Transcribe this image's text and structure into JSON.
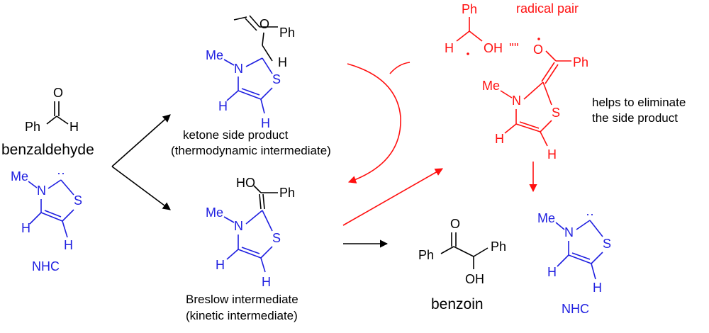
{
  "colors": {
    "reagent": "#000000",
    "nhc": "#1f1fe0",
    "radical": "#ff1010"
  },
  "benzaldehyde": {
    "o": "O",
    "ph": "Ph",
    "h": "H",
    "name": "benzaldehyde"
  },
  "nhc_left": {
    "me": "Me",
    "n": "N",
    "s": "S",
    "h1": "H",
    "h2": "H",
    "carbene_dots": "··",
    "name": "NHC"
  },
  "ketone": {
    "o": "O",
    "ph": "Ph",
    "me": "Me",
    "n": "N",
    "h_c2": "H",
    "s": "S",
    "h1": "H",
    "h2": "H",
    "caption_line1": "ketone side product",
    "caption_line2": "(thermodynamic intermediate)"
  },
  "breslow": {
    "ho": "HO",
    "ph": "Ph",
    "me": "Me",
    "n": "N",
    "s": "S",
    "h1": "H",
    "h2": "H",
    "caption_line1": "Breslow intermediate",
    "caption_line2": "(kinetic intermediate)"
  },
  "radical_pair": {
    "title": "radical pair",
    "ph_top": "Ph",
    "h": "H",
    "oh": "OH",
    "o": "O",
    "ph_right": "Ph",
    "me": "Me",
    "n": "N",
    "s": "S",
    "h1": "H",
    "h2": "H",
    "note_line1": "helps to eliminate",
    "note_line2": "the side product"
  },
  "benzoin": {
    "o": "O",
    "ph_left": "Ph",
    "ph_right": "Ph",
    "oh": "OH",
    "name": "benzoin"
  },
  "nhc_right": {
    "me": "Me",
    "n": "N",
    "s": "S",
    "h1": "H",
    "h2": "H",
    "carbene_dots": "··",
    "name": "NHC"
  }
}
